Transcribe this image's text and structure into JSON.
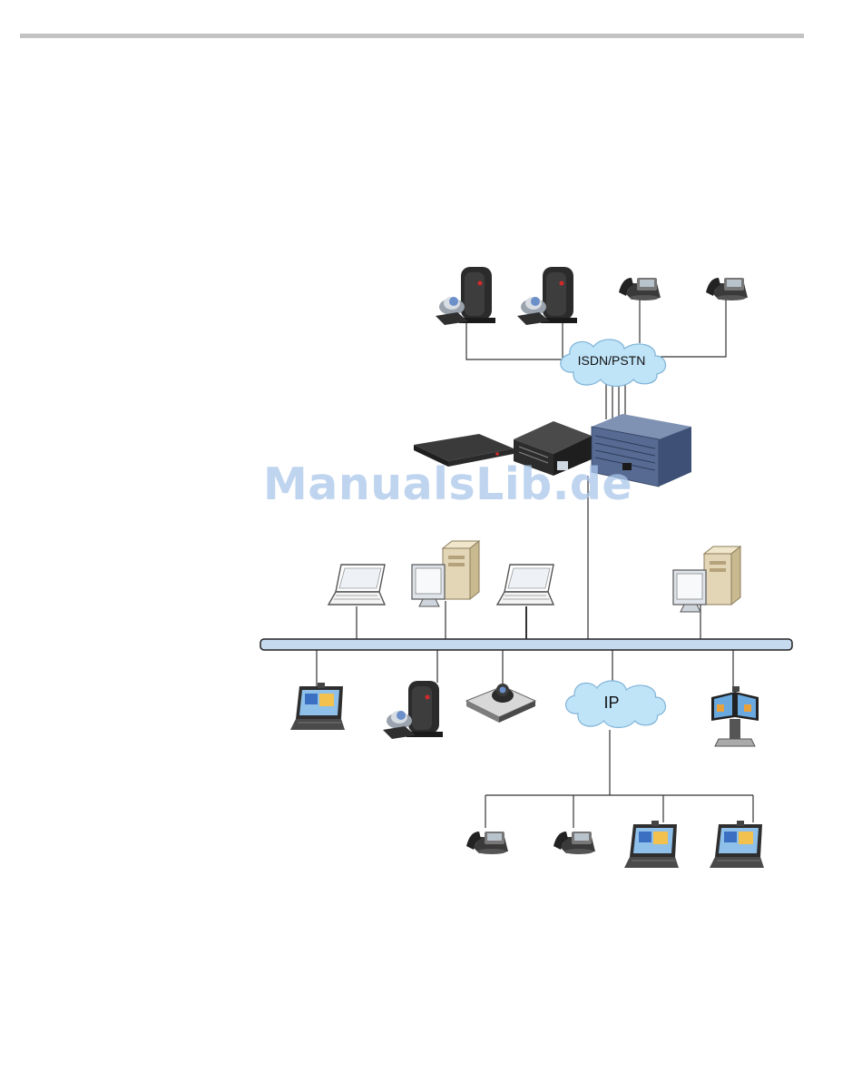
{
  "clouds": {
    "pstn_label": "ISDN/PSTN",
    "ip_label": "IP"
  },
  "watermark": "ManualsLib.de",
  "colors": {
    "rule": "#c3c3c3",
    "bus_fill": "#c5d9ef",
    "cloud_fill": "#bfe3f7",
    "mcu_blue": "#5b6f95",
    "watermark": "#aac6e9"
  },
  "icons": [
    "room-video-system-icon",
    "desk-phone-icon",
    "mcu-rack-icon",
    "laptop-icon",
    "desktop-workstation-icon",
    "desktop-server-icon",
    "video-laptop-icon",
    "codec-camera-icon",
    "telepresence-system-icon"
  ]
}
